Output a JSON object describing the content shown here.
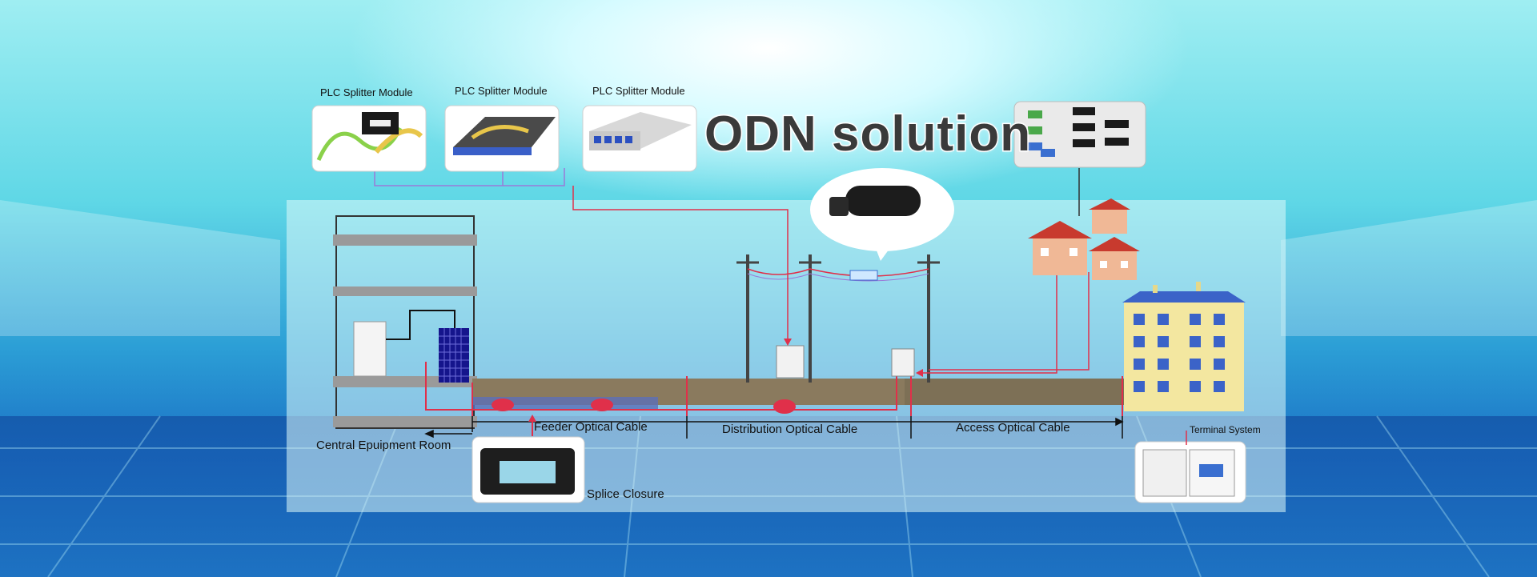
{
  "title": "ODN solution",
  "plc_modules": [
    {
      "label": "PLC Splitter Module"
    },
    {
      "label": "PLC Splitter Module"
    },
    {
      "label": "PLC Splitter Module"
    }
  ],
  "labels": {
    "central_room": "Central Epuipment Room",
    "splice_closure": "Splice Closure",
    "feeder": "Feeder Optical Cable",
    "distribution": "Distribution Optical Cable",
    "access": "Access Optical Cable",
    "terminal": "Terminal System"
  },
  "colors": {
    "ground": "#8a7a5e",
    "fiber_red": "#e0304a",
    "fiber_purple": "#9a7ad8",
    "panel_bg": "#dff9f9"
  }
}
